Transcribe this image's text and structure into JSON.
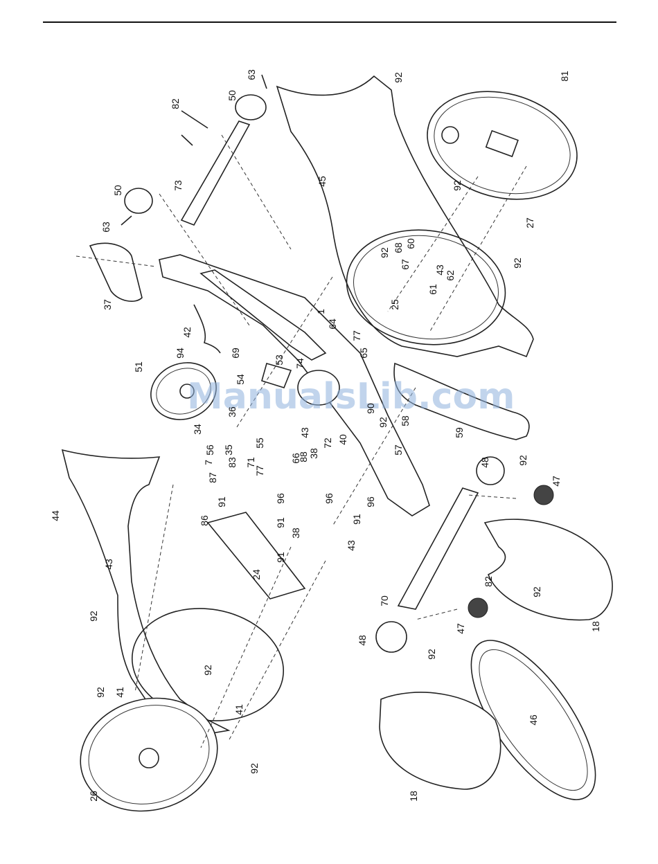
{
  "watermark": "ManualsLib.com",
  "callouts": [
    "63",
    "50",
    "82",
    "73",
    "50",
    "63",
    "37",
    "92",
    "45",
    "81",
    "92",
    "27",
    "92",
    "68",
    "60",
    "67",
    "43",
    "62",
    "61",
    "25",
    "92",
    "1",
    "64",
    "77",
    "65",
    "42",
    "94",
    "51",
    "69",
    "53",
    "74",
    "54",
    "36",
    "34",
    "56",
    "7",
    "35",
    "55",
    "83",
    "87",
    "71",
    "77",
    "66",
    "88",
    "38",
    "43",
    "72",
    "40",
    "90",
    "92",
    "58",
    "57",
    "59",
    "48",
    "92",
    "47",
    "92",
    "44",
    "43",
    "86",
    "91",
    "96",
    "96",
    "96",
    "91",
    "91",
    "38",
    "24",
    "91",
    "43",
    "70",
    "82",
    "47",
    "18",
    "48",
    "92",
    "92",
    "92",
    "41",
    "92",
    "26",
    "41",
    "92",
    "46",
    "18"
  ]
}
